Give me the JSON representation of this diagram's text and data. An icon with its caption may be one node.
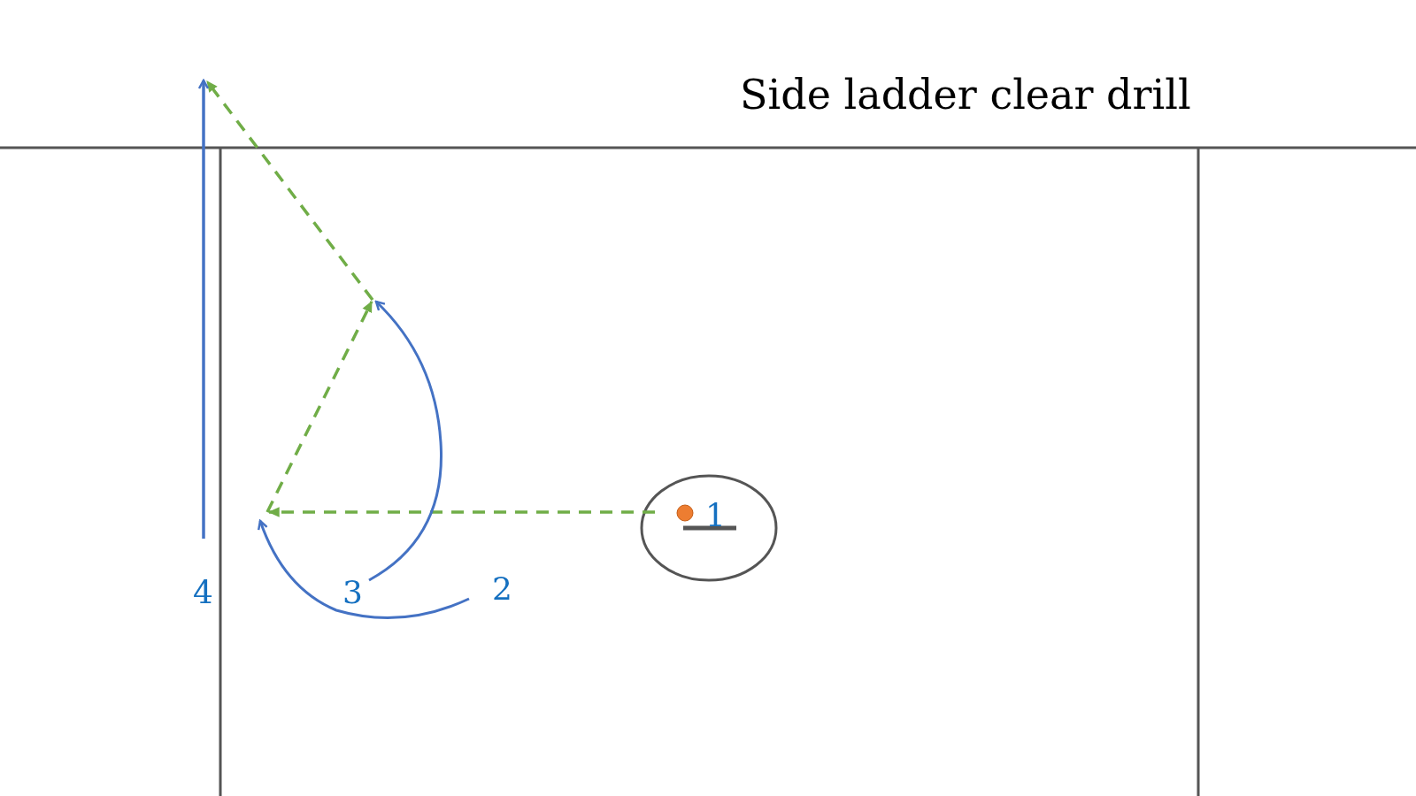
{
  "diagram": {
    "title": "Side ladder clear drill",
    "labels": [
      "1",
      "2",
      "3",
      "4"
    ]
  }
}
